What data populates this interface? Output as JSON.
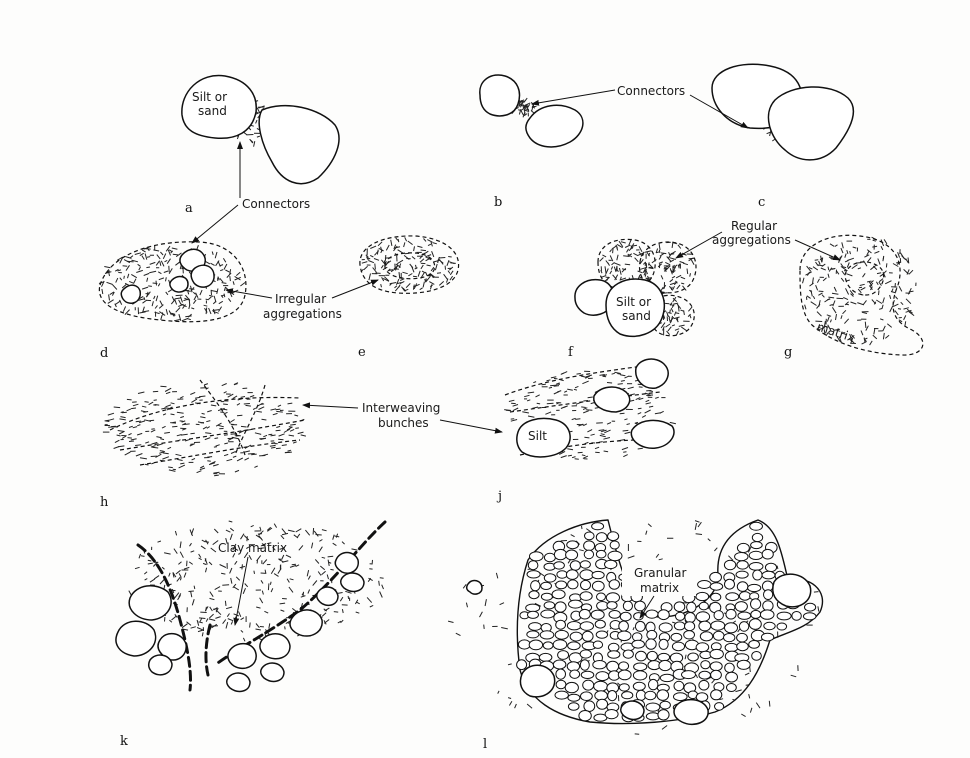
{
  "panel_letters": [
    "a",
    "b",
    "c",
    "d",
    "e",
    "f",
    "g",
    "h",
    "j",
    "k",
    "l"
  ],
  "labels": {
    "silt_or_sand_line1": "Silt or",
    "silt_or_sand_line2": "sand",
    "connectors": "Connectors",
    "irregular_line1": "Irregular",
    "irregular_line2": "aggregations",
    "regular_line1": "Regular",
    "regular_line2": "aggregations",
    "matrix": "matrix",
    "interweaving_line1": "Interweaving",
    "interweaving_line2": "bunches",
    "silt": "Silt",
    "clay_matrix": "Clay matrix",
    "granular_line1": "Granular",
    "granular_line2": "matrix"
  }
}
